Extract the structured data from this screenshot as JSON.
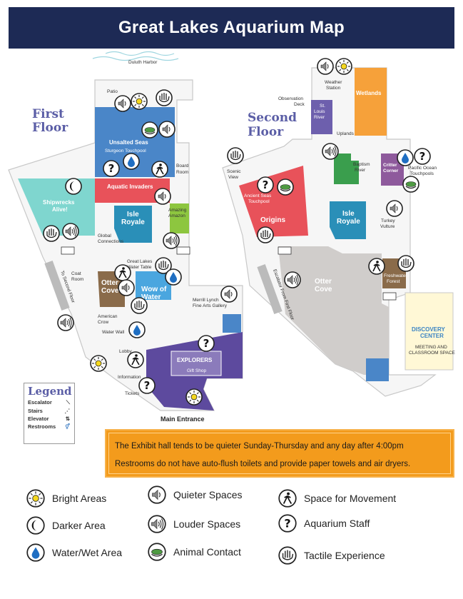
{
  "title": "Great Lakes Aquarium Map",
  "floors": {
    "first": {
      "line1": "First",
      "line2": "Floor"
    },
    "second": {
      "line1": "Second",
      "line2": "Floor"
    }
  },
  "first_floor_labels": {
    "duluth_harbor": "Duluth Harbor",
    "patio": "Patio",
    "unsalted_seas": "Unsalted Seas",
    "sturgeon_touchpool": "Sturgeon Touchpool",
    "boardroom_1": "Board",
    "boardroom_2": "Room",
    "aquatic_invaders": "Aquatic Invaders",
    "shipwrecks_1": "Shipwrecks",
    "shipwrecks_2": "Alive!",
    "isle_royale_1": "Isle",
    "isle_royale_2": "Royale",
    "amazing_amazon_1": "Amazing",
    "amazing_amazon_2": "Amazon",
    "global_1": "Global",
    "global_2": "Connections",
    "water_table_1": "Great Lakes",
    "water_table_2": "Water Table",
    "coat_room_1": "Coat",
    "coat_room_2": "Room",
    "to_second_floor": "To Second Floor",
    "otter_cove_1": "Otter",
    "otter_cove_2": "Cove",
    "wow_1": "Wow of",
    "wow_2": "Water",
    "american_crow_1": "American",
    "american_crow_2": "Crow",
    "merrill_1": "Merrill Lynch",
    "merrill_2": "Fine Arts Gallery",
    "water_wall": "Water Wall",
    "lobby": "Lobby",
    "information": "Information",
    "tickets": "Tickets",
    "gift_shop": "Gift Shop",
    "explorers": "EXPLORERS",
    "main_entrance": "Main Entrance"
  },
  "second_floor_labels": {
    "weather_1": "Weather",
    "weather_2": "Station",
    "wetlands": "Wetlands",
    "observation_1": "Observation",
    "observation_2": "Deck",
    "st_louis_1": "St.",
    "st_louis_2": "Louis",
    "st_louis_3": "River",
    "uplands": "Uplands",
    "baptism_1": "Baptism",
    "baptism_2": "River",
    "critter_1": "Critter",
    "critter_2": "Corner",
    "pacific_1": "Pacific Ocean",
    "pacific_2": "Touchpools",
    "scenic_1": "Scenic",
    "scenic_2": "View",
    "ancient_1": "Ancient Seas",
    "ancient_2": "Touchpool",
    "origins": "Origins",
    "isle_royale_1": "Isle",
    "isle_royale_2": "Royale",
    "turkey_1": "Turkey",
    "turkey_2": "Vulture",
    "freshwater_1": "Freshwater",
    "freshwater_2": "Forest",
    "otter_cove_1": "Otter",
    "otter_cove_2": "Cove",
    "escalator_first": "Escalator From First Floor",
    "discovery_1": "DISCOVERY",
    "discovery_2": "CENTER",
    "meeting_1": "MEETING AND",
    "meeting_2": "CLASSROOM SPACE"
  },
  "legend": {
    "title": "Legend",
    "items": [
      {
        "label": "Escalator",
        "symbol": "escalator-icon"
      },
      {
        "label": "Stairs",
        "symbol": "stairs-icon"
      },
      {
        "label": "Elevator",
        "symbol": "elevator-icon"
      },
      {
        "label": "Restrooms",
        "symbol": "restroom-icon"
      }
    ]
  },
  "notice": {
    "line1": "The Exhibit hall tends to be quieter Sunday-Thursday and any day after 4:00pm",
    "line2": "Restrooms do not have auto-flush toilets and provide paper towels and air dryers."
  },
  "sensory_key": [
    {
      "label": "Bright Areas",
      "icon": "sun-icon"
    },
    {
      "label": "Darker Area",
      "icon": "moon-icon"
    },
    {
      "label": "Water/Wet Area",
      "icon": "water-drop-icon"
    },
    {
      "label": "Quieter Spaces",
      "icon": "quiet-speaker-icon"
    },
    {
      "label": "Louder Spaces",
      "icon": "loud-speaker-icon"
    },
    {
      "label": "Animal Contact",
      "icon": "animal-contact-icon"
    },
    {
      "label": "Space for Movement",
      "icon": "movement-icon"
    },
    {
      "label": "Aquarium Staff",
      "icon": "staff-question-icon"
    },
    {
      "label": "Tactile Experience",
      "icon": "hand-icon"
    }
  ],
  "colors": {
    "banner": "#1d2a55",
    "blue_exhibit": "#4a86c8",
    "red_exhibit": "#e8525a",
    "teal_exhibit": "#2aa9a8",
    "purple_exhibit": "#5d4a9e",
    "orange_exhibit": "#f6a13a",
    "green_exhibit": "#3a9e4d",
    "gray_floor": "#d0cdcb",
    "notice": "#f39b1c"
  }
}
